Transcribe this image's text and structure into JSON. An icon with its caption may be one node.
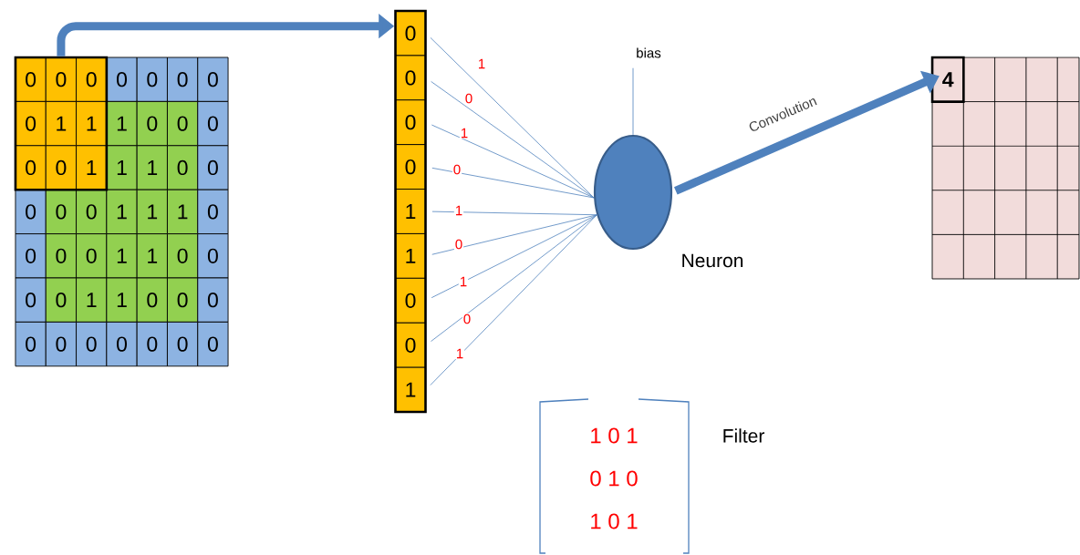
{
  "diagram": {
    "nodes": [
      {
        "text": [],
        "shape": "box"
      },
      {
        "text": [
          "0"
        ],
        "in": 0
      },
      {
        "text": [
          "0"
        ],
        "in": 0
      },
      {
        "text": [
          "0"
        ],
        "in": 0
      },
      {
        "text": [
          "0"
        ]
      },
      {
        "text": [
          "0"
        ]
      },
      {
        "text": [
          "0"
        ]
      },
      {
        "text": [
          "0"
        ]
      },
      {
        "text": [
          "0"
        ],
        "in": 0
      },
      {
        "text": [
          "1"
        ],
        "in": 0
      },
      {
        "text": [
          "1"
        ],
        "in": 0
      },
      {
        "text": [
          "1"
        ]
      },
      {
        "text": [
          "0"
        ]
      },
      {
        "text": [
          "0"
        ]
      },
      {
        "text": [
          "0"
        ]
      },
      {
        "text": [
          "0"
        ],
        "in": 0
      },
      {
        "text": [
          "0"
        ],
        "in": 0
      },
      {
        "text": [
          "1"
        ],
        "in": 0
      },
      {
        "text": [
          "1"
        ]
      },
      {
        "text": [
          "1"
        ]
      },
      {
        "text": [
          "0"
        ]
      },
      {
        "text": [
          "0"
        ]
      },
      {
        "text": [
          "0"
        ]
      },
      {
        "text": [
          "0"
        ]
      },
      {
        "text": [
          "0"
        ]
      },
      {
        "text": [
          "1"
        ]
      },
      {
        "text": [
          "1"
        ]
      },
      {
        "text": [
          "1"
        ]
      },
      {
        "text": [
          "0"
        ]
      },
      {
        "text": [
          "0"
        ]
      },
      {
        "text": [
          "0"
        ]
      },
      {
        "text": [
          "0"
        ]
      },
      {
        "text": [
          "1"
        ]
      },
      {
        "text": [
          "1"
        ]
      },
      {
        "text": [
          "0"
        ]
      },
      {
        "text": [
          "0"
        ]
      },
      {
        "text": [
          "0"
        ]
      },
      {
        "text": [
          "0"
        ]
      },
      {
        "text": [
          "1"
        ]
      },
      {
        "text": [
          "1"
        ]
      },
      {
        "text": [
          "0"
        ]
      },
      {
        "text": [
          "0"
        ]
      },
      {
        "text": [
          "0"
        ]
      },
      {
        "text": [
          "0"
        ]
      },
      {
        "text": [
          "0"
        ]
      },
      {
        "text": [
          "0"
        ]
      },
      {
        "text": [
          "0"
        ]
      },
      {
        "text": [
          "0"
        ]
      },
      {
        "text": [
          "0"
        ]
      },
      {
        "text": [
          "0"
        ]
      },
      {
        "text": [],
        "shape": "box"
      },
      {
        "text": [
          "0"
        ],
        "in": 50
      },
      {
        "text": [
          "0"
        ],
        "in": 50
      },
      {
        "text": [
          "0"
        ],
        "in": 50
      },
      {
        "text": [
          "0"
        ],
        "in": 50
      },
      {
        "text": [
          "1"
        ],
        "in": 50
      },
      {
        "text": [
          "1"
        ],
        "in": 50
      },
      {
        "text": [
          "0"
        ],
        "in": 50
      },
      {
        "text": [
          "0"
        ],
        "in": 50
      },
      {
        "text": [
          "1"
        ],
        "in": 50
      },
      {
        "text": [
          "bias"
        ]
      },
      {
        "text": [],
        "shape": "circle",
        "beside": [
          "Neuron"
        ]
      },
      {
        "text": [],
        "shape": "box"
      },
      {
        "text": [
          "4"
        ],
        "in": 62
      },
      {
        "text": [
          "1 0 1",
          "0 1 0",
          "1 0 1"
        ],
        "beside": [
          "Filter"
        ]
      }
    ],
    "edges": [
      {
        "from": 0,
        "to": 50,
        "arrow": "to",
        "style": "thick"
      },
      {
        "from": 51,
        "to": 61,
        "arrow": "none",
        "label": "1"
      },
      {
        "from": 52,
        "to": 61,
        "arrow": "none",
        "label": "0"
      },
      {
        "from": 53,
        "to": 61,
        "arrow": "none",
        "label": "1"
      },
      {
        "from": 54,
        "to": 61,
        "arrow": "none",
        "label": "0"
      },
      {
        "from": 55,
        "to": 61,
        "arrow": "none",
        "label": "1"
      },
      {
        "from": 56,
        "to": 61,
        "arrow": "none",
        "label": "0"
      },
      {
        "from": 57,
        "to": 61,
        "arrow": "none",
        "label": "1"
      },
      {
        "from": 58,
        "to": 61,
        "arrow": "none",
        "label": "0"
      },
      {
        "from": 59,
        "to": 61,
        "arrow": "none",
        "label": "1"
      },
      {
        "from": 60,
        "to": 61,
        "arrow": "none"
      },
      {
        "from": 61,
        "to": 63,
        "arrow": "to",
        "style": "thick",
        "label": "Convolution"
      }
    ]
  }
}
